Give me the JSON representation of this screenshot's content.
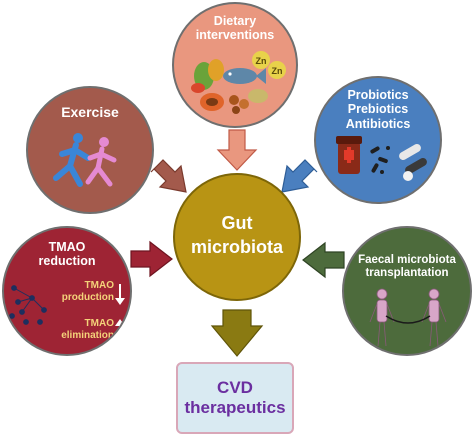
{
  "center": {
    "line1": "Gut",
    "line2": "microbiota"
  },
  "dietary": {
    "line1": "Dietary",
    "line2": "interventions",
    "zn": "Zn"
  },
  "exercise": {
    "label": "Exercise"
  },
  "pro": {
    "line1": "Probiotics",
    "line2": "Prebiotics",
    "line3": "Antibiotics"
  },
  "tmao": {
    "title1": "TMAO",
    "title2": "reduction",
    "prod1": "TMAO",
    "prod2": "production",
    "elim1": "TMAO",
    "elim2": "elimination"
  },
  "faecal": {
    "line1": "Faecal microbiota",
    "line2": "transplantation"
  },
  "cvd": {
    "line1": "CVD",
    "line2": "therapeutics"
  },
  "colors": {
    "center": "#b89414",
    "dietary": "#e9977f",
    "exercise": "#a35a4c",
    "pro": "#4a7fbf",
    "tmao": "#9e2434",
    "faecal": "#4d6b3c",
    "cvd_text": "#6b2fa0"
  }
}
